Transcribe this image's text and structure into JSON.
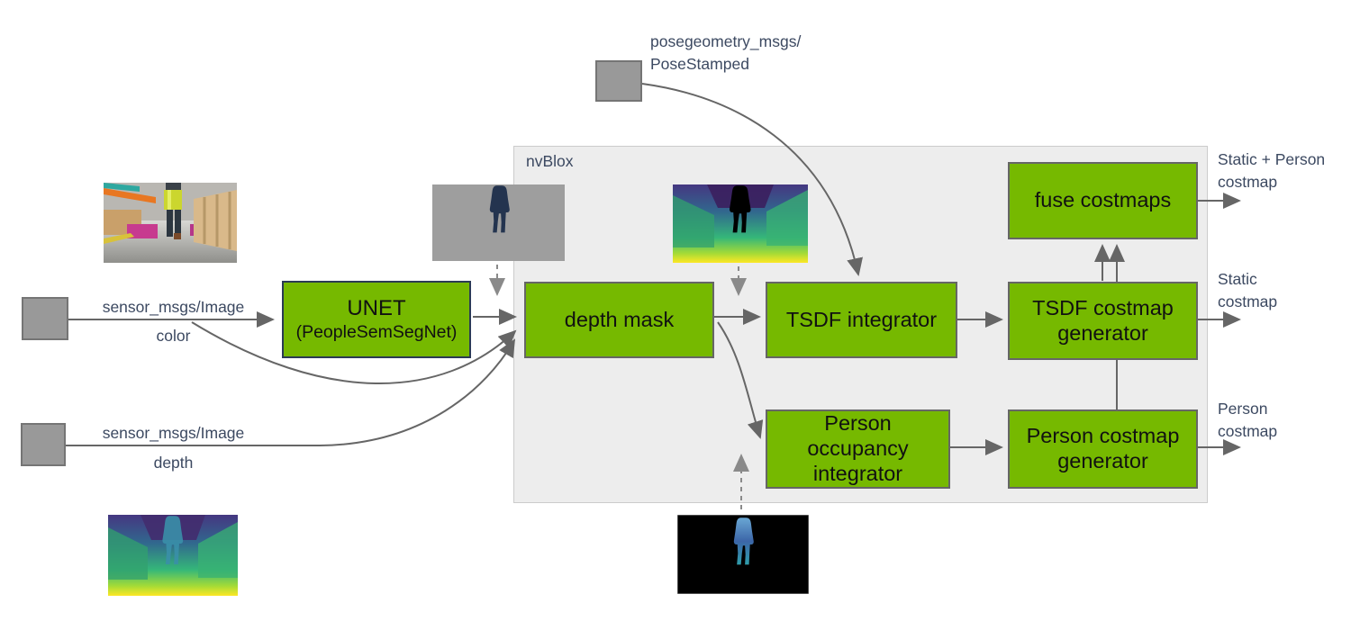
{
  "diagram": {
    "container": {
      "label": "nvBlox"
    },
    "nodes": {
      "unet": {
        "title": "UNET",
        "subtitle": "(PeopleSemSegNet)"
      },
      "depth_mask": {
        "label": "depth mask"
      },
      "tsdf_integrator": {
        "label": "TSDF integrator"
      },
      "fuse_costmaps": {
        "label": "fuse costmaps"
      },
      "tsdf_costmap_generator": {
        "label": "TSDF costmap generator"
      },
      "person_occupancy_integrator": {
        "label": "Person occupancy integrator"
      },
      "person_costmap_generator": {
        "label": "Person costmap generator"
      }
    },
    "inputs": {
      "pose": {
        "line1": "posegeometry_msgs/",
        "line2": "PoseStamped"
      },
      "color": {
        "type": "sensor_msgs/Image",
        "name": "color"
      },
      "depth": {
        "type": "sensor_msgs/Image",
        "name": "depth"
      }
    },
    "outputs": {
      "static_person": {
        "line1": "Static + Person",
        "line2": "costmap"
      },
      "static": {
        "line1": "Static",
        "line2": "costmap"
      },
      "person": {
        "line1": "Person",
        "line2": "costmap"
      }
    },
    "icons": {
      "thumbnails": [
        "warehouse-photo",
        "segmentation-mask-image",
        "masked-depth-image",
        "depth-image",
        "person-depth-image"
      ]
    },
    "colors": {
      "node_green": "#76b900",
      "container_fill": "#ededed",
      "arrow_gray": "#666666",
      "label_text": "#3c4961"
    }
  }
}
